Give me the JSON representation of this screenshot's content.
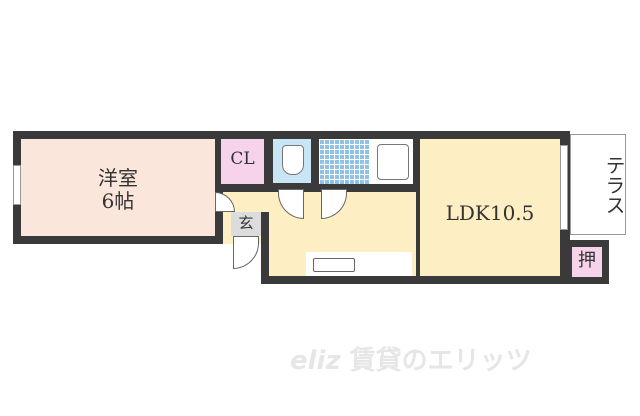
{
  "rooms": {
    "western_room": {
      "name": "洋室",
      "size": "6帖",
      "color": "#fbe6db"
    },
    "closet": {
      "label": "CL",
      "color": "#f6d3ea"
    },
    "entrance": {
      "label": "玄",
      "color": "#dcdcdc"
    },
    "ldk": {
      "label": "LDK10.5",
      "color": "#fdeec4"
    },
    "terrace": {
      "label": "テラス",
      "color": "#ffffff"
    },
    "storage": {
      "label": "押",
      "color": "#f6d3ea"
    },
    "toilet": {
      "color": "#c9e6f7"
    },
    "bath": {
      "color": "#8fc3e6"
    }
  },
  "watermark": {
    "logo": "eliz",
    "text": "賃貸のエリッツ"
  },
  "colors": {
    "wall": "#3a3a3a"
  }
}
